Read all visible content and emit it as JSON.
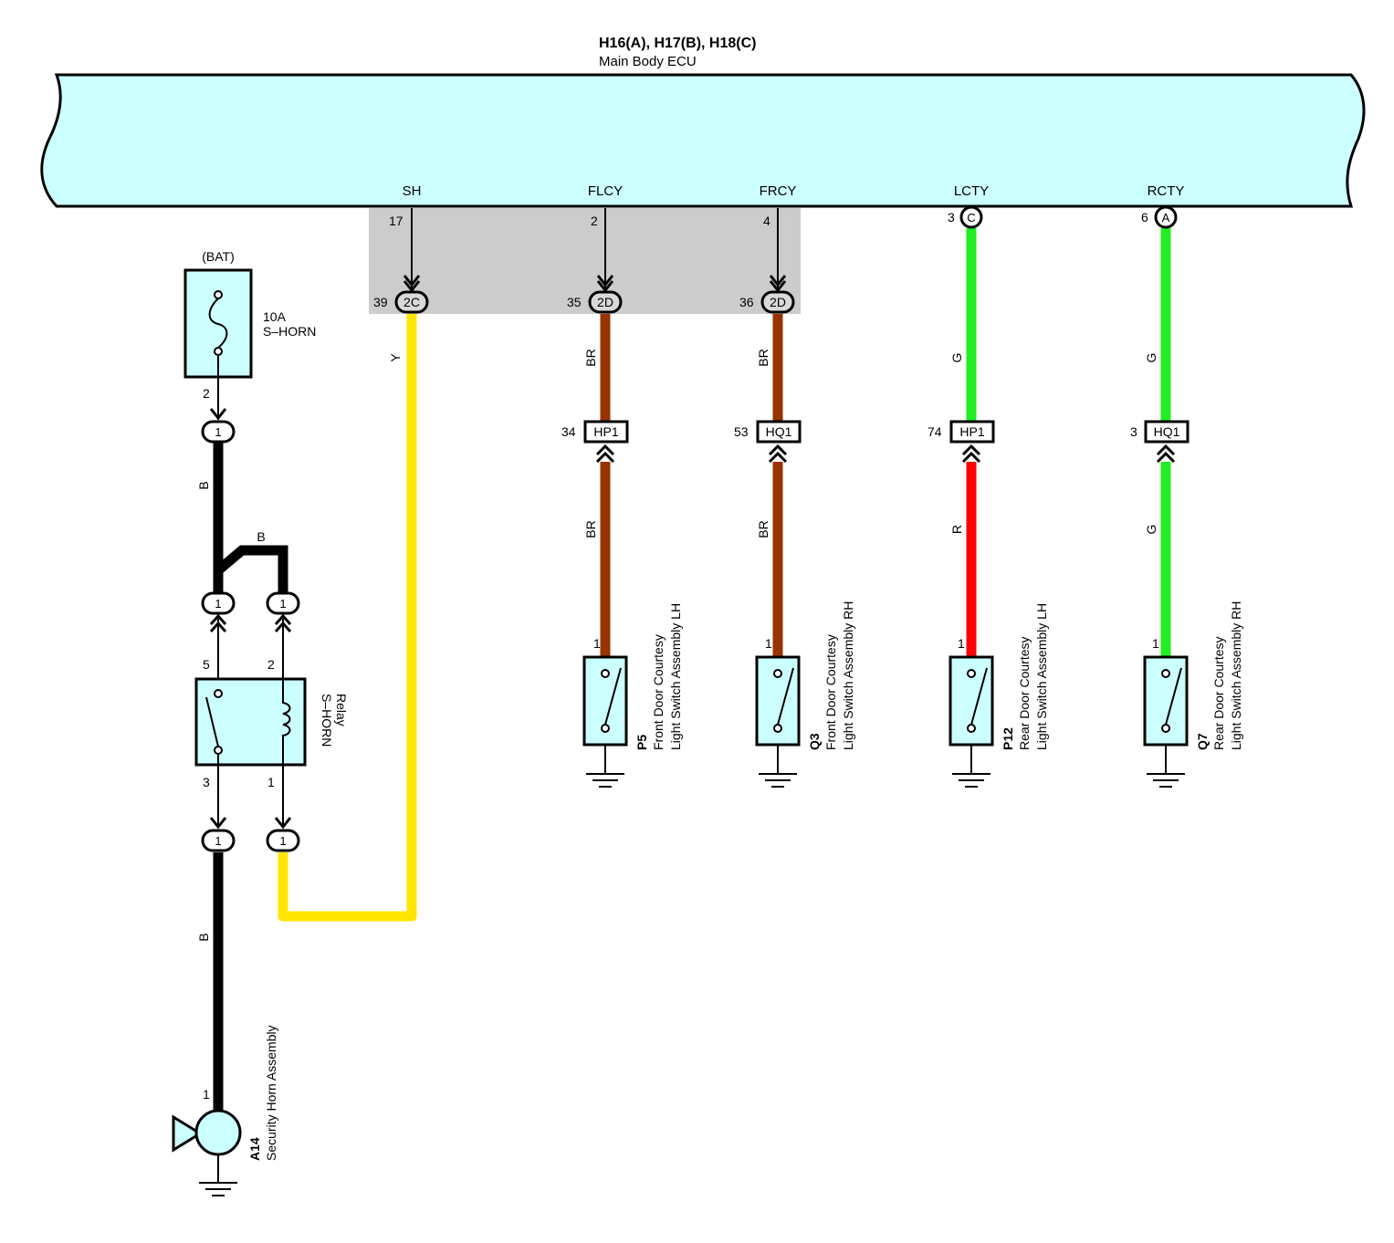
{
  "ecu": {
    "connectors": "H16(A), H17(B), H18(C)",
    "name": "Main Body ECU",
    "terminals": [
      {
        "label": "SH",
        "pin": "17"
      },
      {
        "label": "FLCY",
        "pin": "2"
      },
      {
        "label": "FRCY",
        "pin": "4"
      },
      {
        "label": "LCTY",
        "pin": "3",
        "connector": "C"
      },
      {
        "label": "RCTY",
        "pin": "6",
        "connector": "A"
      }
    ]
  },
  "junctions": [
    {
      "pin": "39",
      "connector": "2C"
    },
    {
      "pin": "35",
      "connector": "2D"
    },
    {
      "pin": "36",
      "connector": "2D"
    }
  ],
  "fuse": {
    "source": "(BAT)",
    "rating": "10A",
    "name": "S–HORN",
    "pin": "2"
  },
  "relay": {
    "name": "S–HORN",
    "type": "Relay",
    "pins": {
      "p5": "5",
      "p2": "2",
      "p3": "3",
      "p1": "1"
    },
    "conn_pin": "1"
  },
  "horn": {
    "id": "A14",
    "name": "Security Horn Assembly",
    "pin": "1"
  },
  "wires": {
    "black": "B",
    "yellow": "Y",
    "brown": "BR",
    "green": "G",
    "red": "R"
  },
  "harness": [
    {
      "pin": "34",
      "connector": "HP1"
    },
    {
      "pin": "53",
      "connector": "HQ1"
    },
    {
      "pin": "74",
      "connector": "HP1"
    },
    {
      "pin": "3",
      "connector": "HQ1"
    }
  ],
  "switches": [
    {
      "id": "P5",
      "line1": "Front Door Courtesy",
      "line2": "Light Switch Assembly LH",
      "pin": "1"
    },
    {
      "id": "Q3",
      "line1": "Front Door Courtesy",
      "line2": "Light Switch Assembly RH",
      "pin": "1"
    },
    {
      "id": "P12",
      "line1": "Rear Door Courtesy",
      "line2": "Light Switch Assembly LH",
      "pin": "1"
    },
    {
      "id": "Q7",
      "line1": "Rear Door Courtesy",
      "line2": "Light Switch Assembly RH",
      "pin": "1"
    }
  ],
  "colors": {
    "ecu_fill": "#ccffff",
    "component_fill": "#ccffff",
    "shade": "#cccccc",
    "wire_black": "#000000",
    "wire_yellow": "#ffe600",
    "wire_brown": "#993300",
    "wire_green": "#22ee22",
    "wire_red": "#ff0000"
  }
}
